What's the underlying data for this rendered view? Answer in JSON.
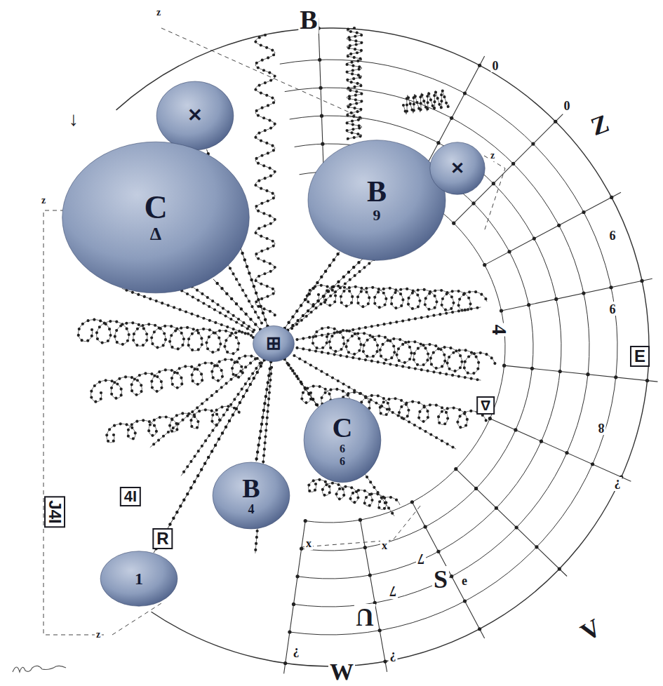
{
  "diagram": {
    "nodes": [
      {
        "text": [
          "✕"
        ]
      },
      {
        "text": [
          "C",
          "Δ"
        ]
      },
      {
        "text": [
          "B",
          "9"
        ]
      },
      {
        "text": [
          "✕"
        ]
      },
      {
        "text": [
          "⊞"
        ]
      },
      {
        "text": [
          "C",
          "6",
          "6"
        ]
      },
      {
        "text": [
          "B",
          "4"
        ]
      },
      {
        "text": [
          "1"
        ]
      }
    ],
    "edges": [
      {
        "from": 4,
        "to": 0,
        "arrow": "none"
      },
      {
        "from": 4,
        "to": 1,
        "arrow": "none"
      },
      {
        "from": 4,
        "to": 2,
        "arrow": "none"
      },
      {
        "from": 4,
        "to": 3,
        "arrow": "none"
      },
      {
        "from": 4,
        "to": 5,
        "arrow": "none"
      },
      {
        "from": 4,
        "to": 6,
        "arrow": "none"
      },
      {
        "from": 4,
        "to": 7,
        "arrow": "none"
      }
    ],
    "labels": [
      "B",
      "Z",
      "E",
      "4",
      "Δ",
      "S",
      "e",
      "V",
      "U",
      "W",
      "J4I",
      "4I",
      "R",
      "0",
      "0",
      "9",
      "9",
      "8",
      "?",
      "7",
      "7",
      "?",
      "?",
      "x",
      "x",
      "z",
      "z",
      "z",
      "z",
      "↓"
    ]
  }
}
